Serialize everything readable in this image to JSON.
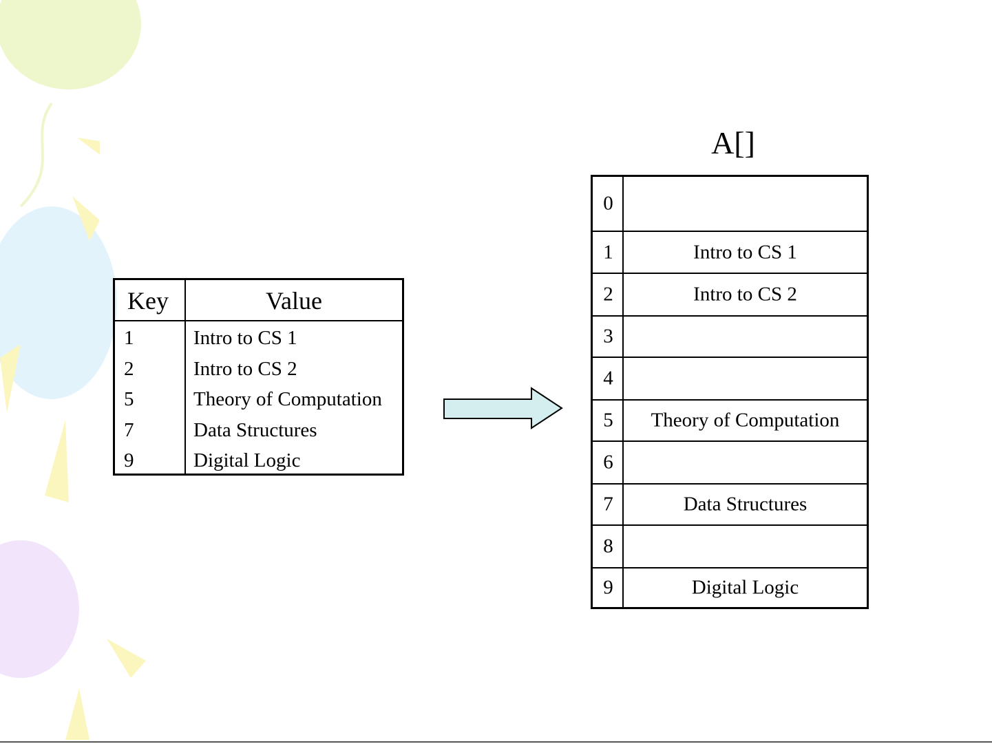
{
  "kv_table": {
    "header_key": "Key",
    "header_value": "Value",
    "rows": [
      {
        "key": "1",
        "value": "Intro to CS 1"
      },
      {
        "key": "2",
        "value": "Intro to CS 2"
      },
      {
        "key": "5",
        "value": "Theory of Computation"
      },
      {
        "key": "7",
        "value": "Data Structures"
      },
      {
        "key": "9",
        "value": "Digital Logic"
      }
    ]
  },
  "array": {
    "title": "A[]",
    "cells": [
      {
        "index": "0",
        "value": ""
      },
      {
        "index": "1",
        "value": "Intro to CS 1"
      },
      {
        "index": "2",
        "value": "Intro to CS 2"
      },
      {
        "index": "3",
        "value": ""
      },
      {
        "index": "4",
        "value": ""
      },
      {
        "index": "5",
        "value": "Theory of Computation"
      },
      {
        "index": "6",
        "value": ""
      },
      {
        "index": "7",
        "value": "Data Structures"
      },
      {
        "index": "8",
        "value": ""
      },
      {
        "index": "9",
        "value": "Digital Logic"
      }
    ]
  },
  "colors": {
    "arrow_fill": "#d4eef0",
    "balloon_green": "#eef7cc",
    "balloon_blue": "#e3f3fc",
    "balloon_purple": "#f1e4fb",
    "confetti_yellow": "#fbf6bd"
  }
}
